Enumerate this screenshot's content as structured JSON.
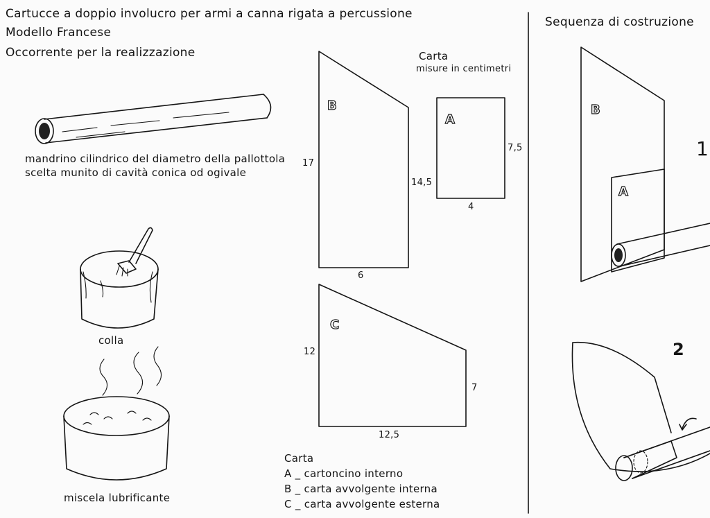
{
  "header": {
    "line1": "Cartucce a doppio involucro per armi a canna rigata a percussione",
    "line2": "Modello Francese",
    "line3": "Occorrente per la realizzazione"
  },
  "materials": {
    "mandrel_line1": "mandrino cilindrico del diametro della pallottola",
    "mandrel_line2": "scelta munito di cavità conica od ogivale",
    "glue": "colla",
    "lubricant": "miscela lubrificante"
  },
  "paper_note": {
    "line1": "Carta",
    "line2": "misure in centimetri"
  },
  "shapes": {
    "B": {
      "label": "B",
      "left_height": "17",
      "right_height": "14,5",
      "width": "6"
    },
    "A": {
      "label": "A",
      "height": "7,5",
      "width": "4"
    },
    "C": {
      "label": "C",
      "left_height": "12",
      "right_height": "7",
      "width": "12,5"
    }
  },
  "legend": {
    "title": "Carta",
    "a": "A _ cartoncino interno",
    "b": "B _ carta avvolgente interna",
    "c": "C _ carta avvolgente esterna"
  },
  "sequence": {
    "title": "Sequenza di costruzione",
    "step1": "1",
    "step2": "2",
    "label_b": "B",
    "label_a": "A"
  }
}
